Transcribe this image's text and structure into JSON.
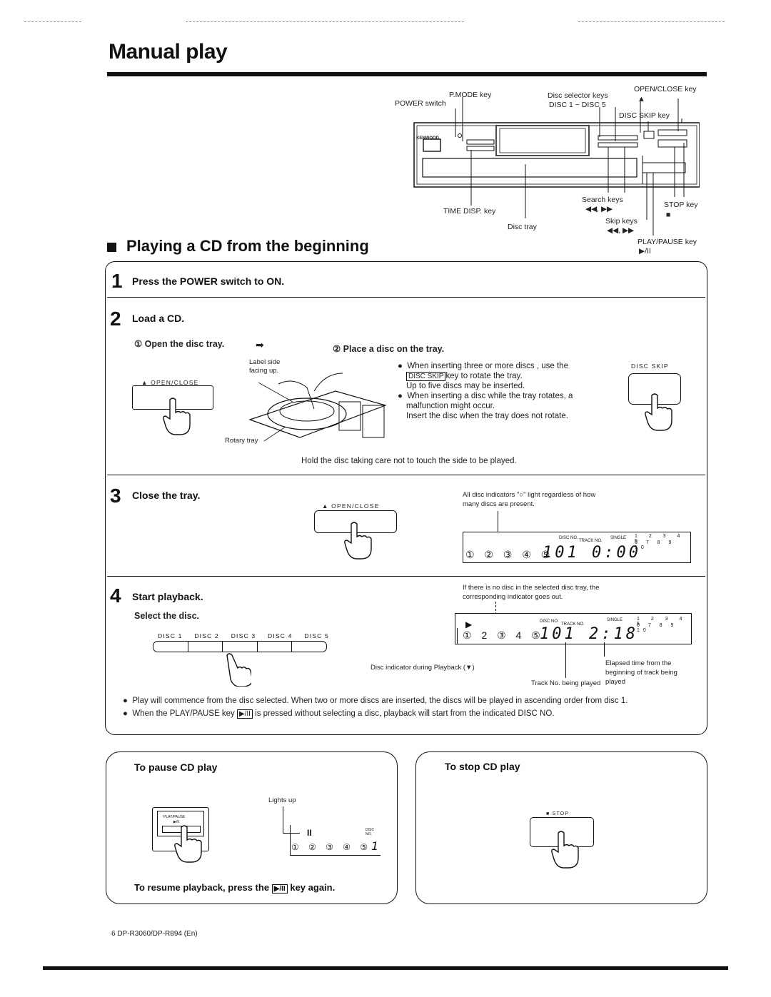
{
  "page": {
    "title": "Manual play",
    "section_title": "Playing a CD from the beginning",
    "footer": "6  DP-R3060/DP-R894 (En)"
  },
  "diagram": {
    "power_switch": "POWER switch",
    "pmode_key": "P.MODE key",
    "disc_selector_keys": "Disc selector keys",
    "disc_selector_range": "DISC 1 ~ DISC 5",
    "open_close_key": "OPEN/CLOSE key",
    "open_close_symbol": "▲",
    "disc_skip_key": "DISC SKIP key",
    "time_disp_key": "TIME DISP. key",
    "disc_tray": "Disc tray",
    "search_keys": "Search keys",
    "search_symbols": "◀◀, ▶▶",
    "skip_keys": "Skip keys",
    "skip_symbols": "◀◀, ▶▶",
    "stop_key": "STOP key",
    "stop_symbol": "■",
    "play_pause_key": "PLAY/PAUSE key",
    "play_pause_symbol": "▶/II",
    "brand": "KENWOOD"
  },
  "steps": {
    "s1": {
      "num": "1",
      "text": "Press the POWER switch to ON."
    },
    "s2": {
      "num": "2",
      "text": "Load a CD.",
      "sub1": "① Open the disc tray.",
      "arrow": "➡",
      "sub2": "② Place a disc on the tray.",
      "open_close_label": "▲ OPEN/CLOSE",
      "label_side": "Label side",
      "facing_up": "facing up.",
      "rotary_tray": "Rotary tray",
      "bullet1_pre": "When inserting three or more discs , use the",
      "bullet1_key": "DISC SKIP",
      "bullet1_post": "key to rotate the tray.",
      "bullet1_line3": "Up to five discs may be inserted.",
      "bullet2_l1": "When inserting a disc while the tray rotates, a",
      "bullet2_l2": "malfunction might occur.",
      "bullet2_l3": "Insert the disc when the tray does not rotate.",
      "disc_skip_label": "DISC SKIP",
      "hold_note": "Hold the disc taking care not to touch the side to be played."
    },
    "s3": {
      "num": "3",
      "text": "Close the tray.",
      "open_close_label": "▲ OPEN/CLOSE",
      "note_l1": "All disc indicators \"○\" light regardless of how",
      "note_l2": "many discs are present.",
      "lcd_disc_no": "DISC NO.",
      "lcd_track_no": "TRACK NO.",
      "lcd_single": "SINGLE",
      "lcd_grid_top": "1 2 3 4 5",
      "lcd_grid_bot": "6 7 8 9 10",
      "lcd_circles": "① ② ③ ④ ⑤",
      "lcd_digits": "101   0:00"
    },
    "s4": {
      "num": "4",
      "text": "Start playback.",
      "select": "Select the disc.",
      "disc_labels": [
        "DISC 1",
        "DISC 2",
        "DISC 3",
        "DISC 4",
        "DISC 5"
      ],
      "note_l1": "If there is no disc in the selected disc tray, the",
      "note_l2": "corresponding indicator goes out.",
      "lcd_disc_no": "DISC NO.",
      "lcd_track_no": "TRACK NO.",
      "lcd_single": "SINGLE",
      "lcd_grid_top": "1 2 3 4 5",
      "lcd_grid_bot": "6 7 8 9 10",
      "lcd_play": "▶",
      "lcd_circles": "① 2 ③ 4 ⑤",
      "lcd_digits": "101    2:18",
      "disc_indicator": "Disc indicator during Playback (▼)",
      "track_no": "Track No. being played",
      "elapsed_l1": "Elapsed  time  from  the",
      "elapsed_l2": "beginning  of  track  being",
      "elapsed_l3": "played"
    },
    "bullets": {
      "b1": "Play will commence from the disc selected.  When two or more discs are inserted, the discs will be played in ascending order from disc 1.",
      "b2_pre": "When the PLAY/PAUSE key",
      "b2_key": "▶/II",
      "b2_post": "is pressed without selecting a disc, playback will start from the indicated DISC NO."
    }
  },
  "pause": {
    "title": "To pause CD play",
    "lights_up": "Lights up",
    "key_label": "PLAY/PAUSE",
    "key_symbol": "▶/II",
    "pause_sym": "II",
    "disc_no": "DISC NO.",
    "circles": "① ② ③ ④ ⑤",
    "digit": "1",
    "resume_pre": "To resume playback, press the",
    "resume_key": "▶/II",
    "resume_post": "key again."
  },
  "stop": {
    "title": "To stop CD play",
    "key_label": "■ STOP"
  }
}
